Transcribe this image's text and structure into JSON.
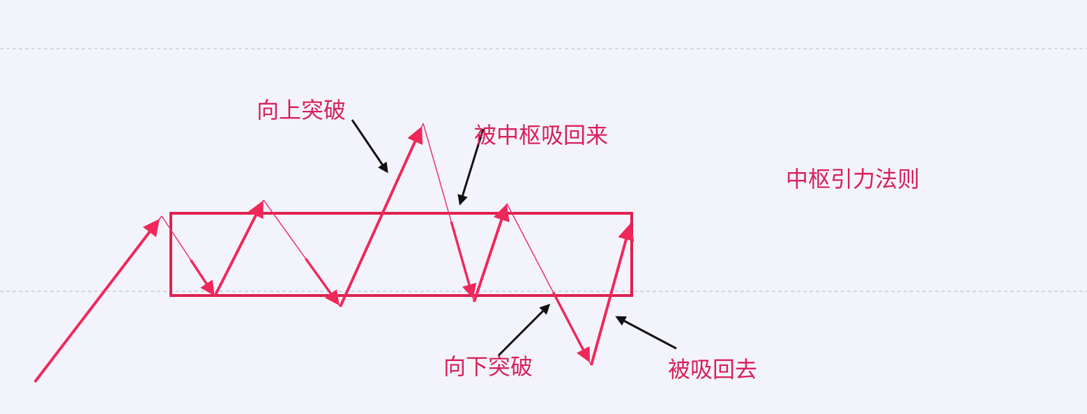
{
  "title": "中枢引力法则",
  "labels": {
    "up_break": "向上突破",
    "pulled_back_up": "被中枢吸回来",
    "down_break": "向下突破",
    "pulled_back_down": "被吸回去"
  },
  "colors": {
    "background": "#f3f4fb",
    "price_path": "#f0285a",
    "box": "#e0204f",
    "pointer_arrows": "#111111",
    "text": "#d8205a",
    "dashed_lines": "#c4c4cc"
  }
}
